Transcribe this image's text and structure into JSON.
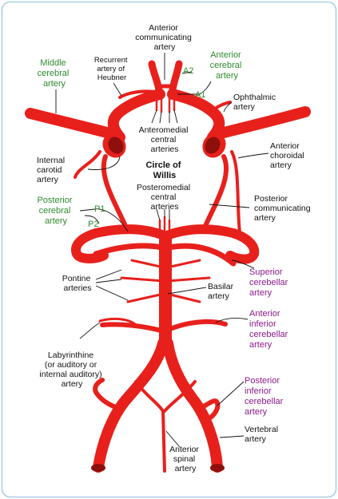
{
  "colors": {
    "artery": "#e8201c",
    "artery_dark": "#8e0f0c",
    "frame": "#a9cfe6",
    "green_label": "#2e8b2e",
    "purple_label": "#8b1a8b"
  },
  "labels": {
    "anterior_communicating": [
      "Anterior",
      "communicating",
      "artery"
    ],
    "recurrent_heubner": [
      "Recurrent",
      "artery of",
      "Heubner"
    ],
    "middle_cerebral": [
      "Middle",
      "cerebral",
      "artery"
    ],
    "anterior_cerebral": [
      "Anterior",
      "cerebral",
      "artery"
    ],
    "a2": "A2",
    "a1": "A1",
    "ophthalmic": [
      "Ophthalmic",
      "artery"
    ],
    "anteromedial": [
      "Anteromedial",
      "central",
      "arteries"
    ],
    "internal_carotid": [
      "Internal",
      "carotid",
      "artery"
    ],
    "circle_of_willis": [
      "Circle of",
      "Willis"
    ],
    "anterior_choroidal": [
      "Anterior",
      "choroidal",
      "artery"
    ],
    "posteromedial": [
      "Posteromedial",
      "central",
      "arteries"
    ],
    "posterior_cerebral": [
      "Posterior",
      "cerebral",
      "artery"
    ],
    "p1": "P1",
    "p2": "P2",
    "posterior_communicating": [
      "Posterior",
      "communicating",
      "artery"
    ],
    "superior_cerebellar": [
      "Superior",
      "cerebellar",
      "artery"
    ],
    "pontine": [
      "Pontine",
      "arteries"
    ],
    "basilar": [
      "Basilar",
      "artery"
    ],
    "anterior_inferior_cerebellar": [
      "Anterior",
      "inferior",
      "cerebellar",
      "artery"
    ],
    "labyrinthine": [
      "Labyrinthine",
      "(or auditory or",
      "internal auditory)",
      "artery"
    ],
    "posterior_inferior_cerebellar": [
      "Posterior",
      "inferior",
      "cerebellar",
      "artery"
    ],
    "vertebral": [
      "Vertebral",
      "artery"
    ],
    "anterior_spinal": [
      "Anterior",
      "spinal",
      "artery"
    ]
  }
}
